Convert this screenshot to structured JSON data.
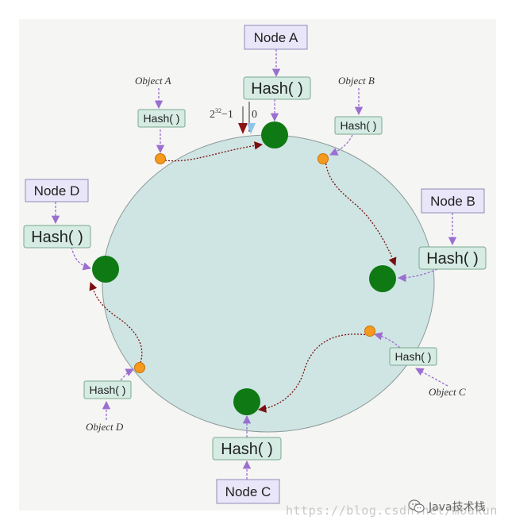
{
  "diagram": {
    "nodes": [
      {
        "id": "A",
        "label": "Node A",
        "hash_label": "Hash( )"
      },
      {
        "id": "B",
        "label": "Node B",
        "hash_label": "Hash( )"
      },
      {
        "id": "C",
        "label": "Node C",
        "hash_label": "Hash( )"
      },
      {
        "id": "D",
        "label": "Node D",
        "hash_label": "Hash( )"
      }
    ],
    "objects": [
      {
        "id": "A",
        "label": "Object A",
        "hash_label": "Hash( )"
      },
      {
        "id": "B",
        "label": "Object B",
        "hash_label": "Hash( )"
      },
      {
        "id": "C",
        "label": "Object C",
        "hash_label": "Hash( )"
      },
      {
        "id": "D",
        "label": "Object D",
        "hash_label": "Hash( )"
      }
    ],
    "ring_marks": {
      "max_base": "2",
      "max_exp": "32",
      "max_suffix": "−1",
      "zero": "0"
    },
    "colors": {
      "ring_fill": "#cfe5e3",
      "ring_stroke": "#8a9a98",
      "node_dot": "#0f7a14",
      "object_dot": "#f59a1e",
      "arrow_purple": "#9b6fd0",
      "arrow_dark_red": "#7a0f0f",
      "box_fill": "#d5ebe3",
      "box_stroke": "#7aa892",
      "node_box_fill": "#e8e6f8",
      "node_box_stroke": "#8f8ab8"
    }
  },
  "footer": {
    "watermark": "https://blog.csdn.net/moakun",
    "brand": "Java技术栈",
    "brand_icon": "wechat-icon"
  }
}
